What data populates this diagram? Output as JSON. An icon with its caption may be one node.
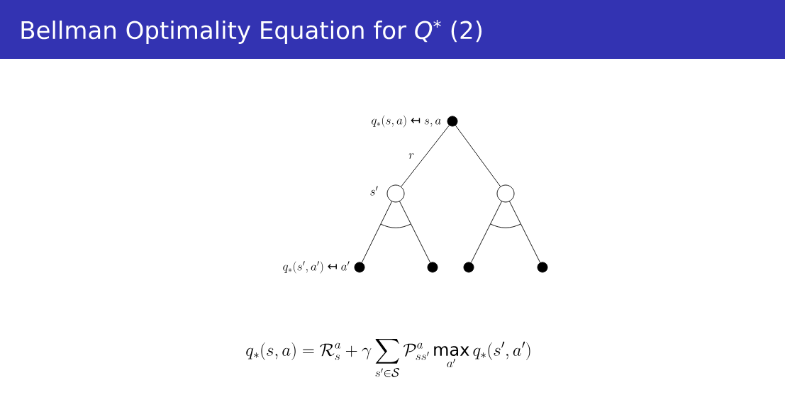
{
  "diagram": {
    "title": "Bellman Optimality Equation for *Q*$^{*}$ (2)",
    "nodes": [
      {
        "text": [],
        "shape": "circle",
        "beside": [
          "q_*(s,a) \\mathrel{\\text{↤}} s,a"
        ]
      },
      {
        "text": [],
        "shape": "circle",
        "beside": [
          "s'"
        ]
      },
      {
        "text": [],
        "shape": "circle"
      },
      {
        "text": [],
        "shape": "circle",
        "beside": [
          "q_*(s',a') \\mathrel{\\text{↤}} a'"
        ]
      },
      {
        "text": [],
        "shape": "circle"
      },
      {
        "text": [],
        "shape": "circle"
      },
      {
        "text": [],
        "shape": "circle"
      }
    ],
    "edges": [
      {
        "from": 0,
        "to": 1,
        "arrow": "none",
        "label": "r"
      },
      {
        "from": 0,
        "to": 2,
        "arrow": "none"
      },
      {
        "from": 1,
        "to": 3,
        "arrow": "none"
      },
      {
        "from": 1,
        "to": 4,
        "arrow": "none"
      },
      {
        "from": 2,
        "to": 5,
        "arrow": "none"
      },
      {
        "from": 2,
        "to": 6,
        "arrow": "none"
      }
    ],
    "labels": [
      "q_*(s,a) = \\mathcal{R}^a_s + \\gamma \\sum_{s' \\in \\mathcal{S}} \\mathcal{P}^a_{ss'} \\max_{a'} q_*(s',a')"
    ]
  }
}
